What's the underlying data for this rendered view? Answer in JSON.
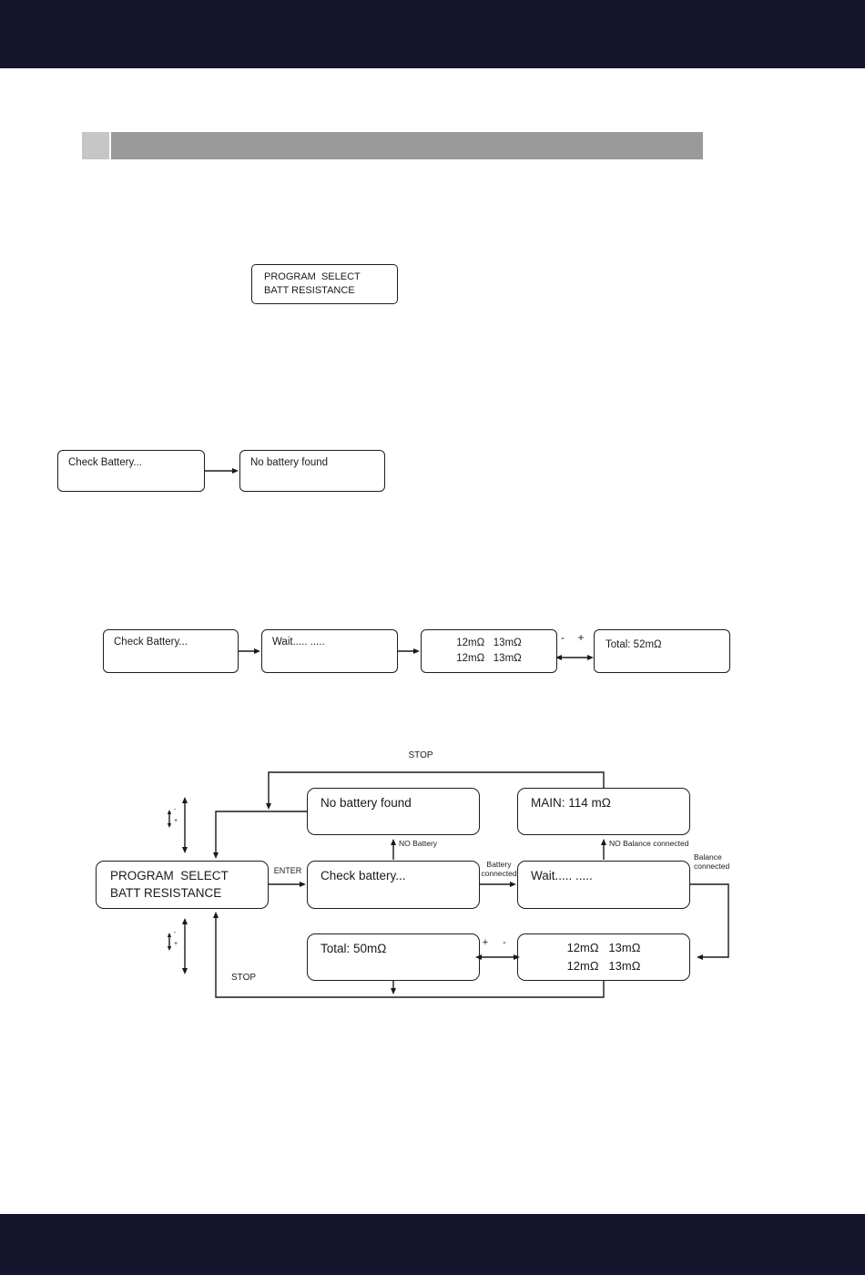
{
  "page": {
    "top_bar_color": "#15152d",
    "bottom_bar_color": "#15152d",
    "section_bar_color": "#9a9a9a",
    "section_accent_color": "#c6c6c6"
  },
  "lcd_intro": {
    "program_select_box": "PROGRAM  SELECT\nBATT RESISTANCE"
  },
  "flow_no_battery": {
    "check_box": "Check Battery...",
    "no_battery_box": "No battery found"
  },
  "flow_measure": {
    "check_box": "Check Battery...",
    "wait_box": "Wait..... .....",
    "cells_box": "12mΩ   13mΩ\n12mΩ   13mΩ",
    "minus_label": "-",
    "plus_label": "+",
    "total_box": "Total: 52mΩ"
  },
  "main_flow": {
    "stop_top_label": "STOP",
    "no_battery_box": "No battery found",
    "main_box": "MAIN: 114 mΩ",
    "program_box": "PROGRAM  SELECT\nBATT RESISTANCE",
    "enter_label": "ENTER",
    "check_box": "Check battery...",
    "no_battery_label": "NO Battery",
    "battery_connected_label": "Battery\nconnected",
    "wait_box": "Wait..... .....",
    "no_balance_label": "NO Balance connected",
    "balance_connected_label": "Balance\nconnected",
    "total_box": "Total: 50mΩ",
    "cells_box": "12mΩ   13mΩ\n12mΩ   13mΩ",
    "plus_label": "+",
    "minus_label": "-",
    "stop_bottom_label": "STOP",
    "updown_minus": "-",
    "updown_plus": "+"
  }
}
